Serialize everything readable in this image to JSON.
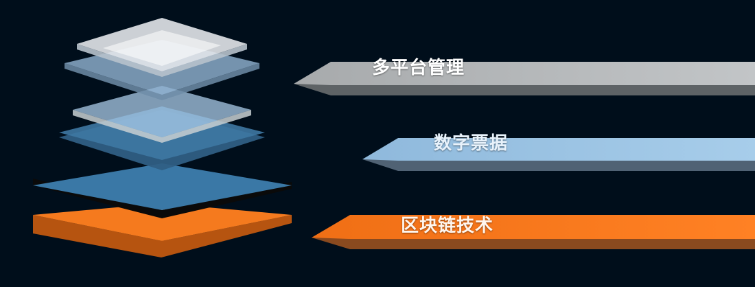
{
  "layers": [
    {
      "label": "多平台管理",
      "color": "#b9bcbe",
      "text_color": "#ffffff"
    },
    {
      "label": "数字票据",
      "color": "#9ec5e4",
      "text_color": "#e8f2fb"
    },
    {
      "label": "区块链技术",
      "color": "#f57a1e",
      "text_color": "#fff6ee"
    }
  ],
  "colors": {
    "background": "#000e1b",
    "stack_blue": "#3a79a6",
    "stack_orange": "#f57a1e"
  }
}
